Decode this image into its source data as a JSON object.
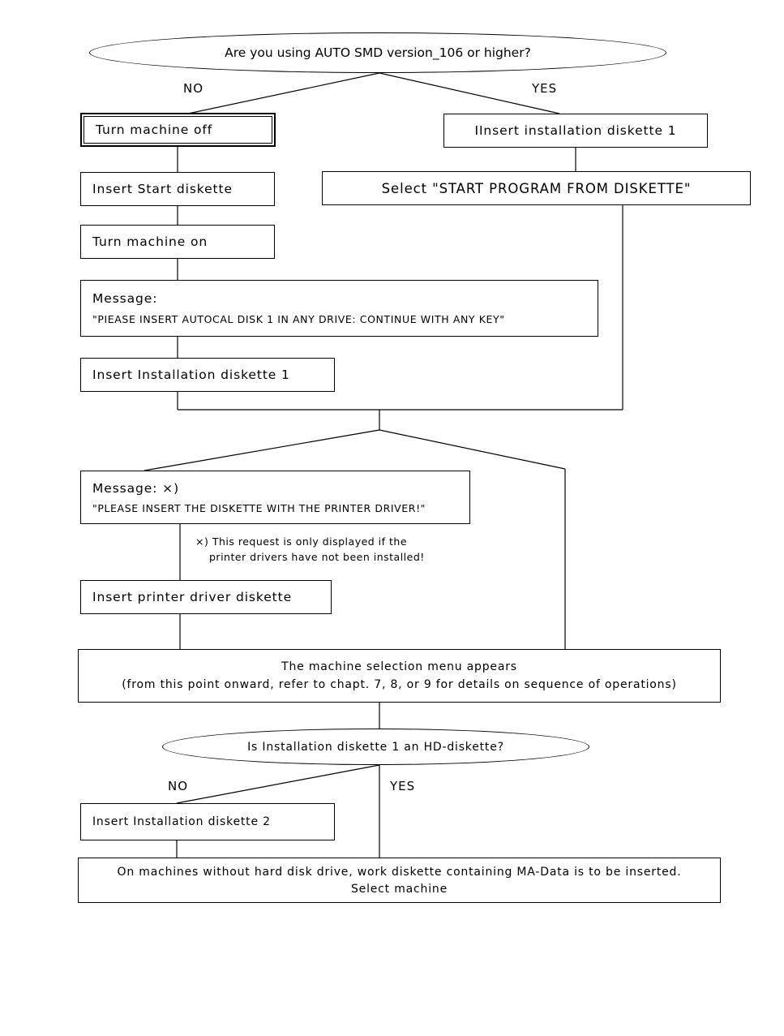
{
  "diagram": {
    "title": "AUTO SMD installation flowchart",
    "line_color": "#000000",
    "background_color": "#ffffff"
  },
  "decisions": [
    {
      "id": "version-check",
      "question": "Are you using AUTO SMD version_106 or higher?",
      "no_label": "NO",
      "yes_label": "YES"
    },
    {
      "id": "hd-diskette-check",
      "question": "Is Installation diskette 1 an HD-diskette?",
      "no_label": "NO",
      "yes_label": "YES"
    }
  ],
  "steps": {
    "turn_machine_off": "Turn machine off",
    "insert_start_diskette": "Insert Start diskette",
    "turn_machine_on": "Turn machine on",
    "message_autocal_label": "Message:",
    "message_autocal_text": "\"PIEASE INSERT AUTOCAL DISK 1 IN ANY DRIVE: CONTINUE WITH ANY KEY\"",
    "insert_installation_diskette_1_left": "Insert Installation diskette 1",
    "insert_installation_diskette_1_right": "IInsert installation diskette 1",
    "select_start_program": "Select \"START PROGRAM FROM DISKETTE\"",
    "message_printer_label": "Message: ×)",
    "message_printer_text": "\"PLEASE INSERT THE DISKETTE WITH THE PRINTER DRIVER!\"",
    "footnote_line1": "×) This request is only displayed if the",
    "footnote_line2": "printer drivers have not been installed!",
    "insert_printer_driver_diskette": "Insert printer driver diskette",
    "machine_menu_line1": "The machine selection menu appears",
    "machine_menu_line2": "(from this point onward, refer to chapt. 7, 8, or 9 for details on sequence of operations)",
    "insert_installation_diskette_2": "Insert Installation diskette 2",
    "final_line1": "On machines without hard disk drive, work diskette containing MA-Data is to be inserted.",
    "final_line2": "Select machine"
  }
}
